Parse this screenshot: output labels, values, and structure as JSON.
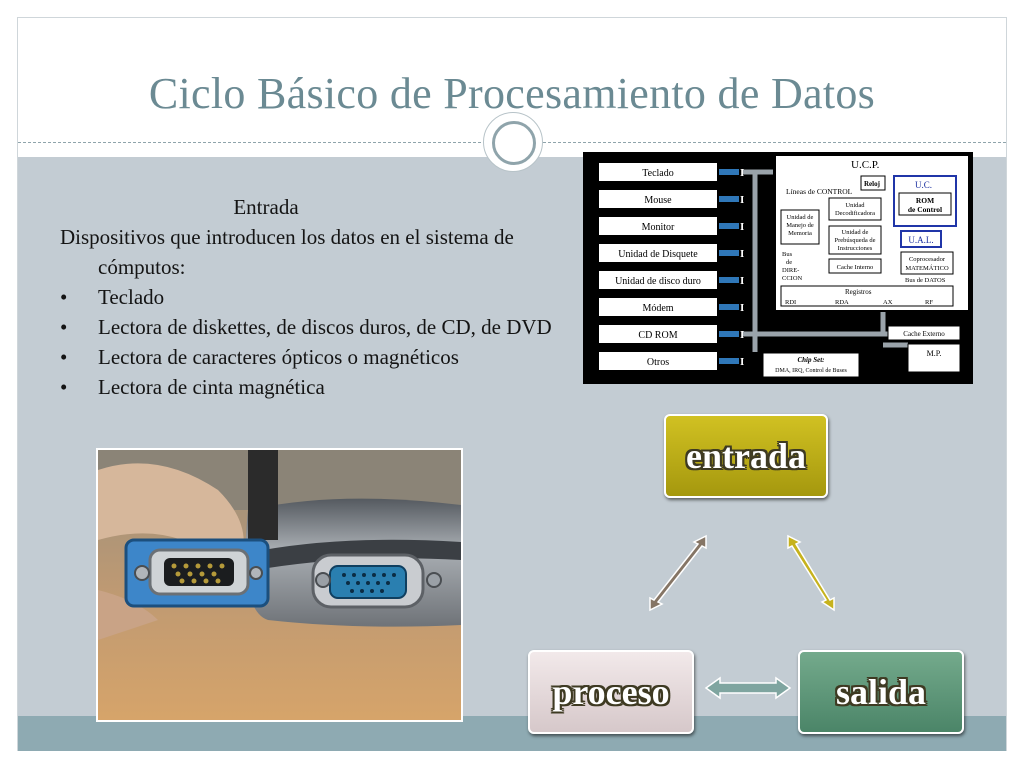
{
  "slide": {
    "title": "Ciclo Básico de Procesamiento de Datos"
  },
  "content": {
    "heading": "Entrada",
    "intro": "Dispositivos que introducen los datos en el sistema de cómputos:",
    "bullets": [
      "Teclado",
      "Lectora de diskettes, de discos duros, de CD, de DVD",
      "Lectora de caracteres ópticos o magnéticos",
      "Lectora de cinta magnética"
    ]
  },
  "diagram": {
    "devices": [
      "Teclado",
      "Mouse",
      "Monitor",
      "Unidad de Disquete",
      "Unidad de disco duro",
      "Módem",
      "CD ROM",
      "Otros"
    ],
    "port_label": "I",
    "ucp_title": "U.C.P.",
    "lineas_control": "Líneas de CONTROL",
    "reloj": "Reloj",
    "uc": "U.C.",
    "rom_control_1": "ROM",
    "rom_control_2": "de Control",
    "unidad_manejo": [
      "Unidad de",
      "Manejo de",
      "Memoria"
    ],
    "unidad_decodificadora": [
      "Unidad",
      "Decodificadora"
    ],
    "unidad_prebusqueda": [
      "Unidad de",
      "Prebúsqueda de",
      "Instrucciones"
    ],
    "ual": "U.A.L.",
    "coprocesador": [
      "Coprocesador",
      "MATEMÁTICO"
    ],
    "bus_direccion": [
      "Bus",
      "de",
      "DIRE-",
      "CCION"
    ],
    "cache_interno": "Cache Interno",
    "bus_datos": "Bus de DATOS",
    "registros": "Registros",
    "reg_labels": [
      "RDI",
      "RDA",
      "AX",
      "RF"
    ],
    "cache_externo": "Cache Externo",
    "mp": "M.P.",
    "chip_set_title": "Chip Set:",
    "chip_set_desc": "DMA, IRQ, Control de Buses"
  },
  "cycle": {
    "entrada": "entrada",
    "proceso": "proceso",
    "salida": "salida"
  }
}
